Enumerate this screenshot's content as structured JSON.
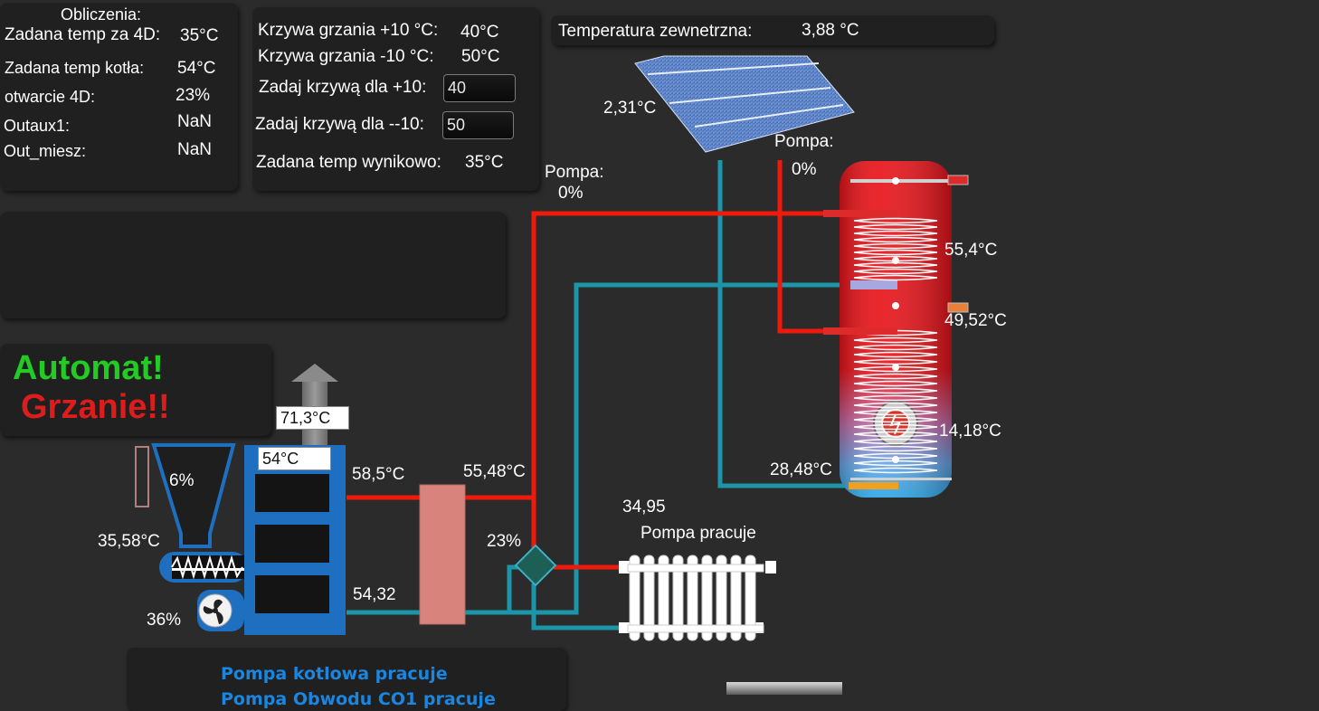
{
  "calc_panel": {
    "title": "Obliczenia:",
    "rows": [
      {
        "label": "Zadana temp za 4D:",
        "value": "35°C"
      },
      {
        "label": "Zadana temp kotła:",
        "value": "54°C"
      },
      {
        "label": "otwarcie 4D:",
        "value": "23%"
      },
      {
        "label": "Outaux1:",
        "value": "NaN"
      },
      {
        "label": "Out_miesz:",
        "value": "NaN"
      }
    ]
  },
  "curve_panel": {
    "curve_plus10_label": "Krzywa grzania +10 °C:",
    "curve_plus10_value": "40°C",
    "curve_minus10_label": "Krzywa grzania -10 °C:",
    "curve_minus10_value": "50°C",
    "set_plus10_label": "Zadaj krzywą dla +10:",
    "set_plus10_value": "40",
    "set_minus10_label": "Zadaj krzywą dla --10:",
    "set_minus10_value": "50",
    "result_label": "Zadana temp wynikowo:",
    "result_value": "35°C"
  },
  "outdoor": {
    "label": "Temperatura zewnetrzna:",
    "value": "3,88 °C"
  },
  "status": {
    "mode": "Automat!",
    "state": "Grzanie!!",
    "messages": [
      "Pompa kotlowa pracuje",
      "Pompa Obwodu CO1 pracuje"
    ]
  },
  "diagram": {
    "solar_temp": "2,31°C",
    "solar_pump_label": "Pompa:",
    "solar_pump_value": "0%",
    "tank_pump_label": "Pompa:",
    "tank_pump_value": "0%",
    "tank_top_temp": "55,4°C",
    "tank_mid_temp": "49,52°C",
    "tank_low_temp": "14,18°C",
    "tank_return_temp": "28,48°C",
    "chimney_temp": "71,3°C",
    "boiler_temp": "54°C",
    "hopper_level": "6%",
    "feeder_temp": "35,58°C",
    "fan_level": "36%",
    "supply_temp": "58,5°C",
    "buffer_temp": "55,48°C",
    "return_temp": "54,32",
    "valve_opening": "23%",
    "radiator_temp": "34,95",
    "radiator_pump": "Pompa pracuje"
  },
  "colors": {
    "background": "#2b2b2b",
    "panel": "#202020",
    "hot_pipe": "#ee1a0c",
    "cold_pipe": "#1b95a8",
    "boiler_blue": "#1f6fc0",
    "status_green": "#22cc22",
    "status_red": "#dd1c1c",
    "message_blue": "#1a86e0"
  }
}
